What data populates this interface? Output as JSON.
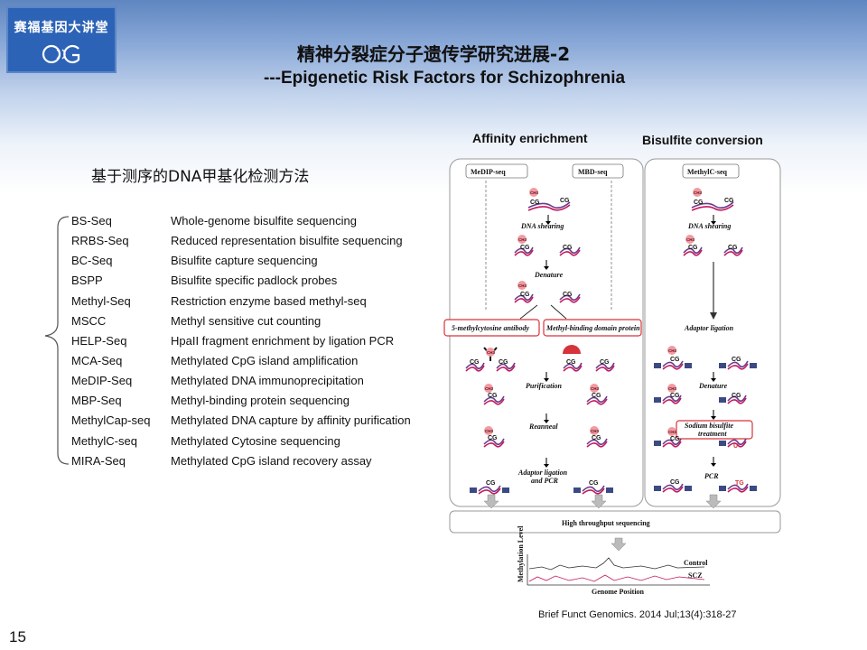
{
  "logo": {
    "text": "赛福基因大讲堂",
    "icon": "cg-logo-icon"
  },
  "slide": {
    "title": "精神分裂症分子遗传学研究进展-2",
    "subtitle": "---Epigenetic Risk Factors for Schizophrenia",
    "page_number": "15"
  },
  "methods": {
    "heading": "基于测序的DNA甲基化检测方法",
    "items": [
      {
        "abbr": "BS-Seq",
        "full": "Whole-genome bisulfite sequencing"
      },
      {
        "abbr": "RRBS-Seq",
        "full": "Reduced representation bisulfite sequencing"
      },
      {
        "abbr": "BC-Seq",
        "full": "Bisulfite capture sequencing"
      },
      {
        "abbr": "BSPP",
        "full": "Bisulfite specific padlock probes"
      },
      {
        "abbr": "Methyl-Seq",
        "full": "Restriction enzyme based methyl-seq"
      },
      {
        "abbr": "MSCC",
        "full": "Methyl sensitive cut counting"
      },
      {
        "abbr": "HELP-Seq",
        "full": "HpaII fragment enrichment by ligation PCR"
      },
      {
        "abbr": "MCA-Seq",
        "full": "Methylated CpG island amplification"
      },
      {
        "abbr": "MeDIP-Seq",
        "full": "Methylated DNA immunoprecipitation"
      },
      {
        "abbr": "MBP-Seq",
        "full": "Methyl-binding protein sequencing"
      },
      {
        "abbr": "MethylCap-seq",
        "full": "Methylated DNA capture by affinity purification"
      },
      {
        "abbr": "MethylC-seq",
        "full": "Methylated Cytosine sequencing"
      },
      {
        "abbr": "MIRA-Seq",
        "full": "Methylated CpG island recovery assay"
      }
    ]
  },
  "diagram": {
    "affinity_header": "Affinity enrichment",
    "bisulfite_header": "Bisulfite conversion",
    "medip_label": "MeDIP-seq",
    "mbd_label": "MBD-seq",
    "methylc_label": "MethylC-seq",
    "dna_shearing": "DNA shearing",
    "denature": "Denature",
    "antibody": "5-methylcytosine antibody",
    "mbd_protein": "Methyl-binding domain protein",
    "purification": "Purification",
    "reanneal": "Reanneal",
    "adaptor_pcr_1": "Adaptor ligation",
    "adaptor_pcr_2": "and PCR",
    "adaptor_ligation": "Adaptor ligation",
    "sodium_1": "Sodium bisulfite",
    "sodium_2": "treatment",
    "pcr": "PCR",
    "hts": "High throughput sequencing",
    "ylabel": "Methylation Level",
    "xlabel": "Genome Position",
    "control": "Control",
    "scz": "SCZ",
    "ch3": "CH3",
    "cg": "CG",
    "u": "U",
    "tg": "TG"
  },
  "citation": "Brief Funct Genomics. 2014 Jul;13(4):318-27",
  "colors": {
    "logo_bg": "#2d63b6",
    "highlight_box": "#d6333a",
    "strand_purple": "#6a3a8c",
    "strand_red": "#c2185b",
    "methyl_pink": "#f29aa0",
    "adaptor": "#3b4a82"
  }
}
